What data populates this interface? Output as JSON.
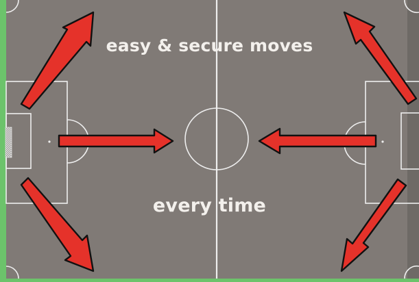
{
  "captions": {
    "top": "easy & secure moves",
    "bottom": "every time"
  },
  "colors": {
    "border_green": "#6cc36b",
    "pitch": "#807a76",
    "line": "#eeeeee",
    "arrow_fill": "#e5322a",
    "arrow_outline": "#111111"
  },
  "arrows": [
    {
      "id": "left-up",
      "direction": "up-right"
    },
    {
      "id": "left-middle",
      "direction": "right"
    },
    {
      "id": "left-down",
      "direction": "down-right"
    },
    {
      "id": "right-up",
      "direction": "up-left"
    },
    {
      "id": "right-middle",
      "direction": "left"
    },
    {
      "id": "right-down",
      "direction": "down-left"
    }
  ]
}
